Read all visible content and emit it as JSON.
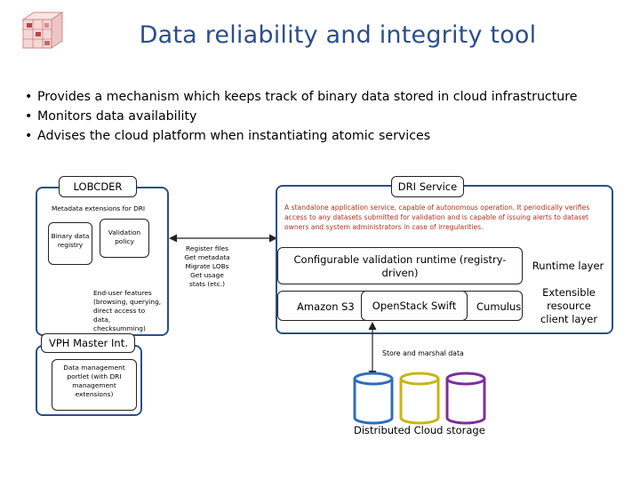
{
  "title": "Data reliability and integrity tool",
  "bullets": [
    "Provides a mechanism which keeps track of binary data stored in cloud infrastructure",
    "Monitors data availability",
    "Advises the cloud platform when instantiating atomic services"
  ],
  "lobcder": {
    "header": "LOBCDER",
    "metadata_ext": "Metadata extensions for DRI",
    "registry": "Binary data registry",
    "validation_policy": "Validation policy",
    "end_user": "End-user features (browsing, querying, direct access to data, checksumming)"
  },
  "dri": {
    "header": "DRI Service",
    "description": "A standalone application service, capable of autonomous operation. It periodically verifies access to any datasets submitted for validation and is capable of issuing alerts to dataset owners and system administrators in case of irregularities.",
    "runtime": "Configurable validation runtime (registry-driven)",
    "runtime_layer": "Runtime layer",
    "amazon": "Amazon S3",
    "openstack": "OpenStack Swift",
    "cumulus": "Cumulus",
    "extensible": "Extensible resource client layer"
  },
  "arrow_label": "Register files Get metadata Migrate LOBs Get usage stats (etc.)",
  "vph": {
    "header": "VPH Master Int.",
    "portlet": "Data management portlet (with DRI management extensions)"
  },
  "store_label": "Store and marshal data",
  "storage_label": "Distributed Cloud storage",
  "colors": {
    "title": "#2b4f8c",
    "panel_border": "#2b4f8c",
    "description_text": "#b4301e",
    "cylinder_blue": "#2f6cc0",
    "cylinder_yellow": "#c8b516",
    "cylinder_purple": "#7b2f9c"
  }
}
